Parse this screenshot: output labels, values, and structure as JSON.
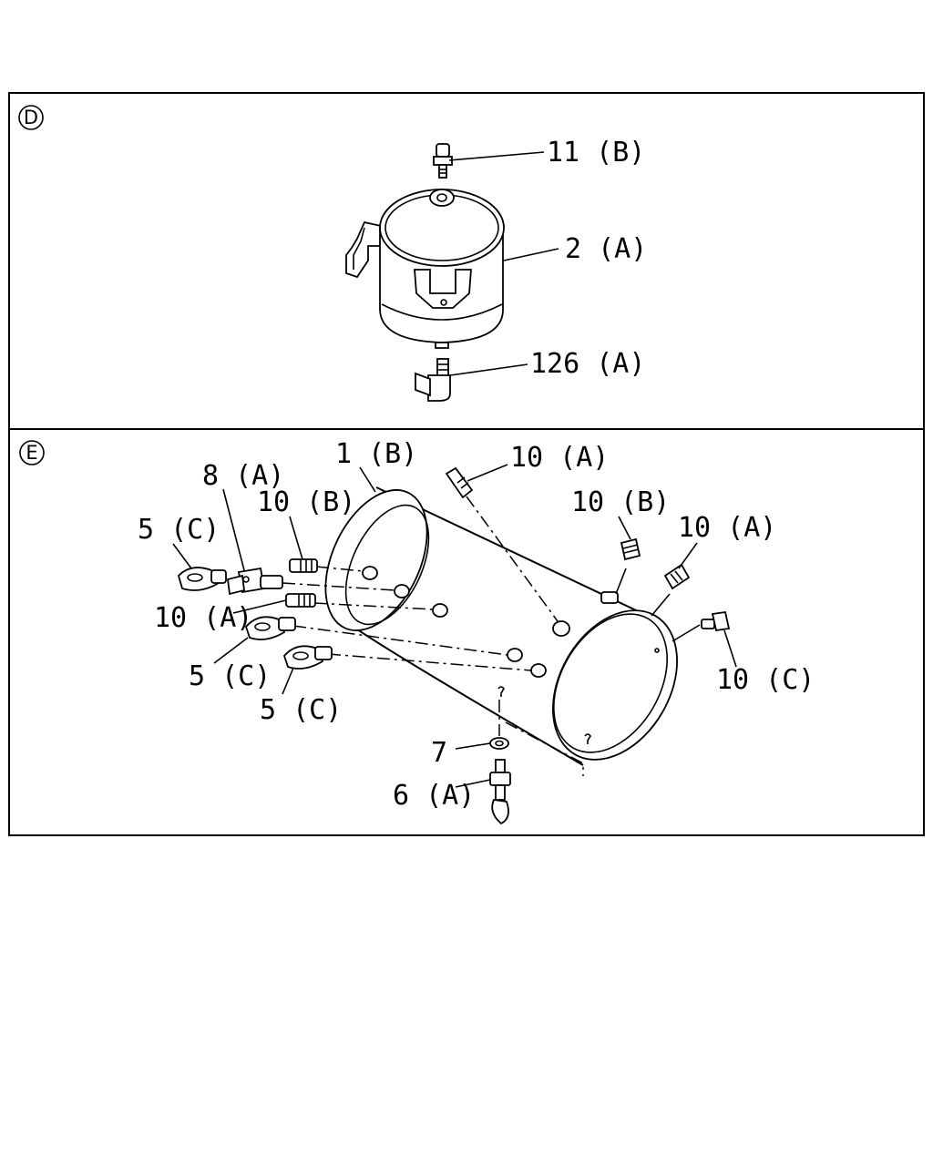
{
  "panels": [
    {
      "id": "D",
      "marker": "D",
      "labels": [
        "11 (B)",
        "2 (A)",
        "126 (A)"
      ]
    },
    {
      "id": "E",
      "marker": "E",
      "labels": [
        "1 (B)",
        "10 (A)",
        "8 (A)",
        "10 (B)",
        "10 (B)",
        "10 (A)",
        "5 (C)",
        "10 (A)",
        "5 (C)",
        "5 (C)",
        "10 (C)",
        "7",
        "6 (A)"
      ]
    }
  ]
}
